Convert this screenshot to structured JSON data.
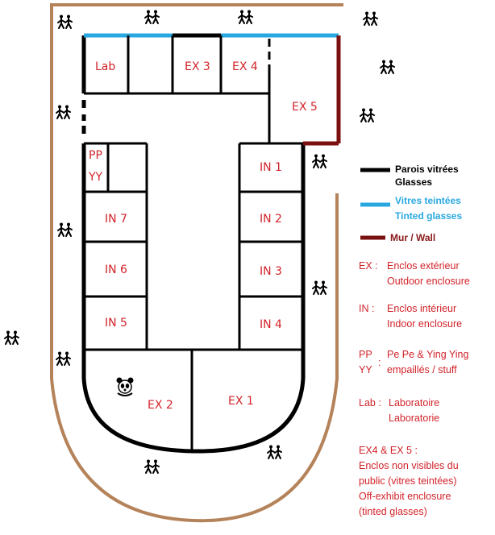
{
  "enclosures": {
    "lab": "Lab",
    "ex3": "EX 3",
    "ex4": "EX 4",
    "ex5": "EX 5",
    "pp": "PP",
    "yy": "YY",
    "in1": "IN 1",
    "in2": "IN 2",
    "in3": "IN 3",
    "in4": "IN 4",
    "in5": "IN 5",
    "in6": "IN 6",
    "in7": "IN 7",
    "ex1": "EX 1",
    "ex2": "EX 2"
  },
  "legend": {
    "glass_fr": "Parois vitrées",
    "glass_en": "Glasses",
    "tinted_fr": "Vitres teintées",
    "tinted_en": "Tinted glasses",
    "wall": "Mur / Wall",
    "colors": {
      "glass": "#000000",
      "tinted": "#29a8e0",
      "wall": "#7a1010",
      "path": "#b5835a",
      "label": "#d2232a"
    }
  },
  "notes": {
    "ex_key": "EX :",
    "ex_fr": "Enclos extérieur",
    "ex_en": "Outdoor enclosure",
    "in_key": "IN :",
    "in_fr": "Enclos intérieur",
    "in_en": "Indoor enclosure",
    "ppyy_key1": "PP",
    "ppyy_key2": "YY",
    "ppyy_colon": ":",
    "ppyy_1": "Pe Pe & Ying Ying",
    "ppyy_2": "empaillés / stuff",
    "lab_key": "Lab :",
    "lab_1": "Laboratoire",
    "lab_2": "Laboratorie",
    "ex45_1": "EX4 & EX 5 :",
    "ex45_2": "Enclos non visibles du",
    "ex45_3": "public (vitres teintées)",
    "ex45_4": "Off-exhibit enclosure",
    "ex45_5": "(tinted glasses)"
  },
  "icons": {
    "visitor": "visitors-walking-icon",
    "panda": "panda-icon"
  }
}
